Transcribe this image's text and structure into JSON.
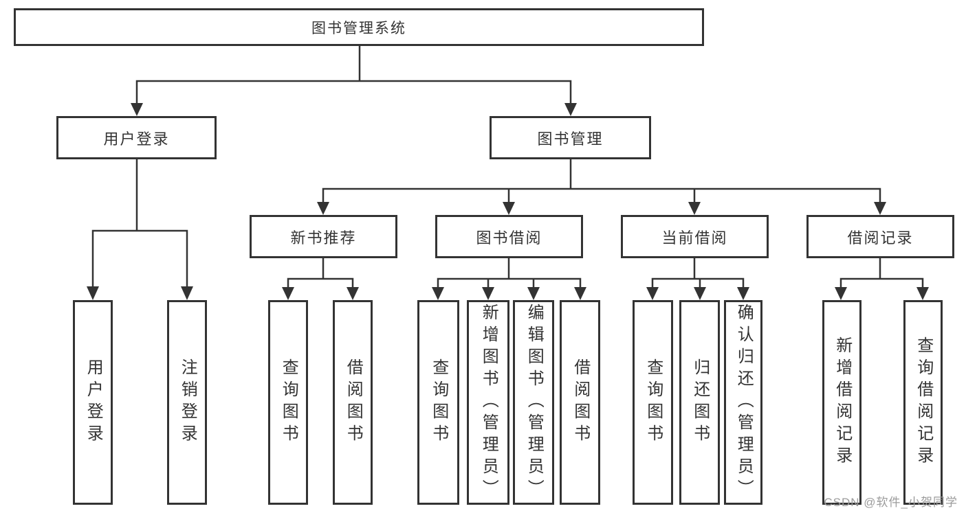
{
  "diagram": {
    "root": {
      "label": "图书管理系统"
    },
    "level2": {
      "userLogin": {
        "label": "用户登录"
      },
      "bookManagement": {
        "label": "图书管理"
      }
    },
    "level3": {
      "newBookRecommend": {
        "label": "新书推荐"
      },
      "bookBorrow": {
        "label": "图书借阅"
      },
      "currentBorrow": {
        "label": "当前借阅"
      },
      "borrowRecords": {
        "label": "借阅记录"
      }
    },
    "leaves": {
      "userLogin": {
        "label": "用户登录"
      },
      "logout": {
        "label": "注销登录"
      },
      "queryBooks1": {
        "label": "查询图书"
      },
      "borrowBooks1": {
        "label": "借阅图书"
      },
      "queryBooks2": {
        "label": "查询图书"
      },
      "addBooksAdmin": {
        "label": "新增图书（管理员）"
      },
      "editBooksAdmin": {
        "label": "编辑图书（管理员）"
      },
      "borrowBooks2": {
        "label": "借阅图书"
      },
      "queryBooks3": {
        "label": "查询图书"
      },
      "returnBooks": {
        "label": "归还图书"
      },
      "confirmReturnAdmin": {
        "label": "确认归还（管理员）"
      },
      "addBorrowRecord": {
        "label": "新增借阅记录"
      },
      "queryBorrowRecord": {
        "label": "查询借阅记录"
      }
    }
  },
  "watermark": {
    "text": "CSDN @软件_小贺同学"
  },
  "colors": {
    "line": "#333333",
    "border": "#333333",
    "text": "#333333",
    "background": "#ffffff",
    "watermark": "#9b9b9b"
  }
}
